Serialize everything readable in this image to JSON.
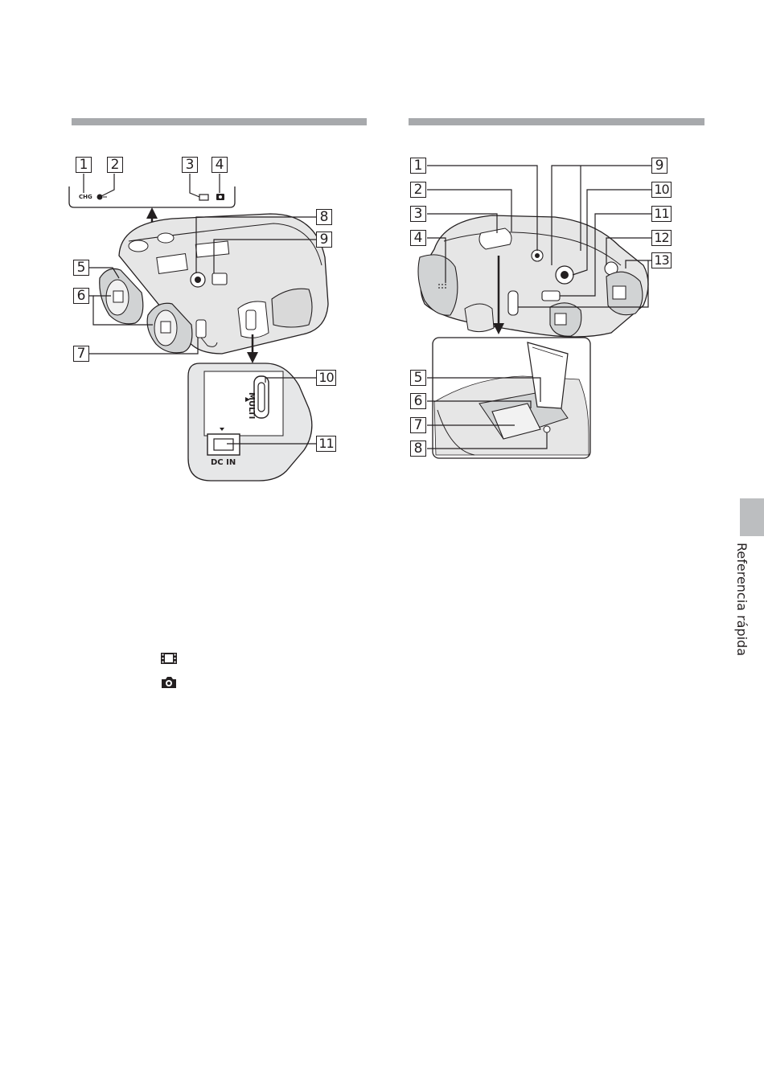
{
  "left_figure": {
    "callouts": [
      "1",
      "2",
      "3",
      "4",
      "5",
      "6",
      "7",
      "8",
      "9",
      "10",
      "11"
    ],
    "lamp_labels": {
      "chg": "CHG"
    },
    "port_labels": {
      "multi": "MULTI",
      "dc_in": "DC IN"
    }
  },
  "right_figure": {
    "callouts": [
      "1",
      "2",
      "3",
      "4",
      "5",
      "6",
      "7",
      "8",
      "9",
      "10",
      "11",
      "12",
      "13"
    ]
  },
  "legend_icons": [
    "movie-icon",
    "camera-icon"
  ],
  "side_tab": {
    "label": "Referencia rápida"
  }
}
